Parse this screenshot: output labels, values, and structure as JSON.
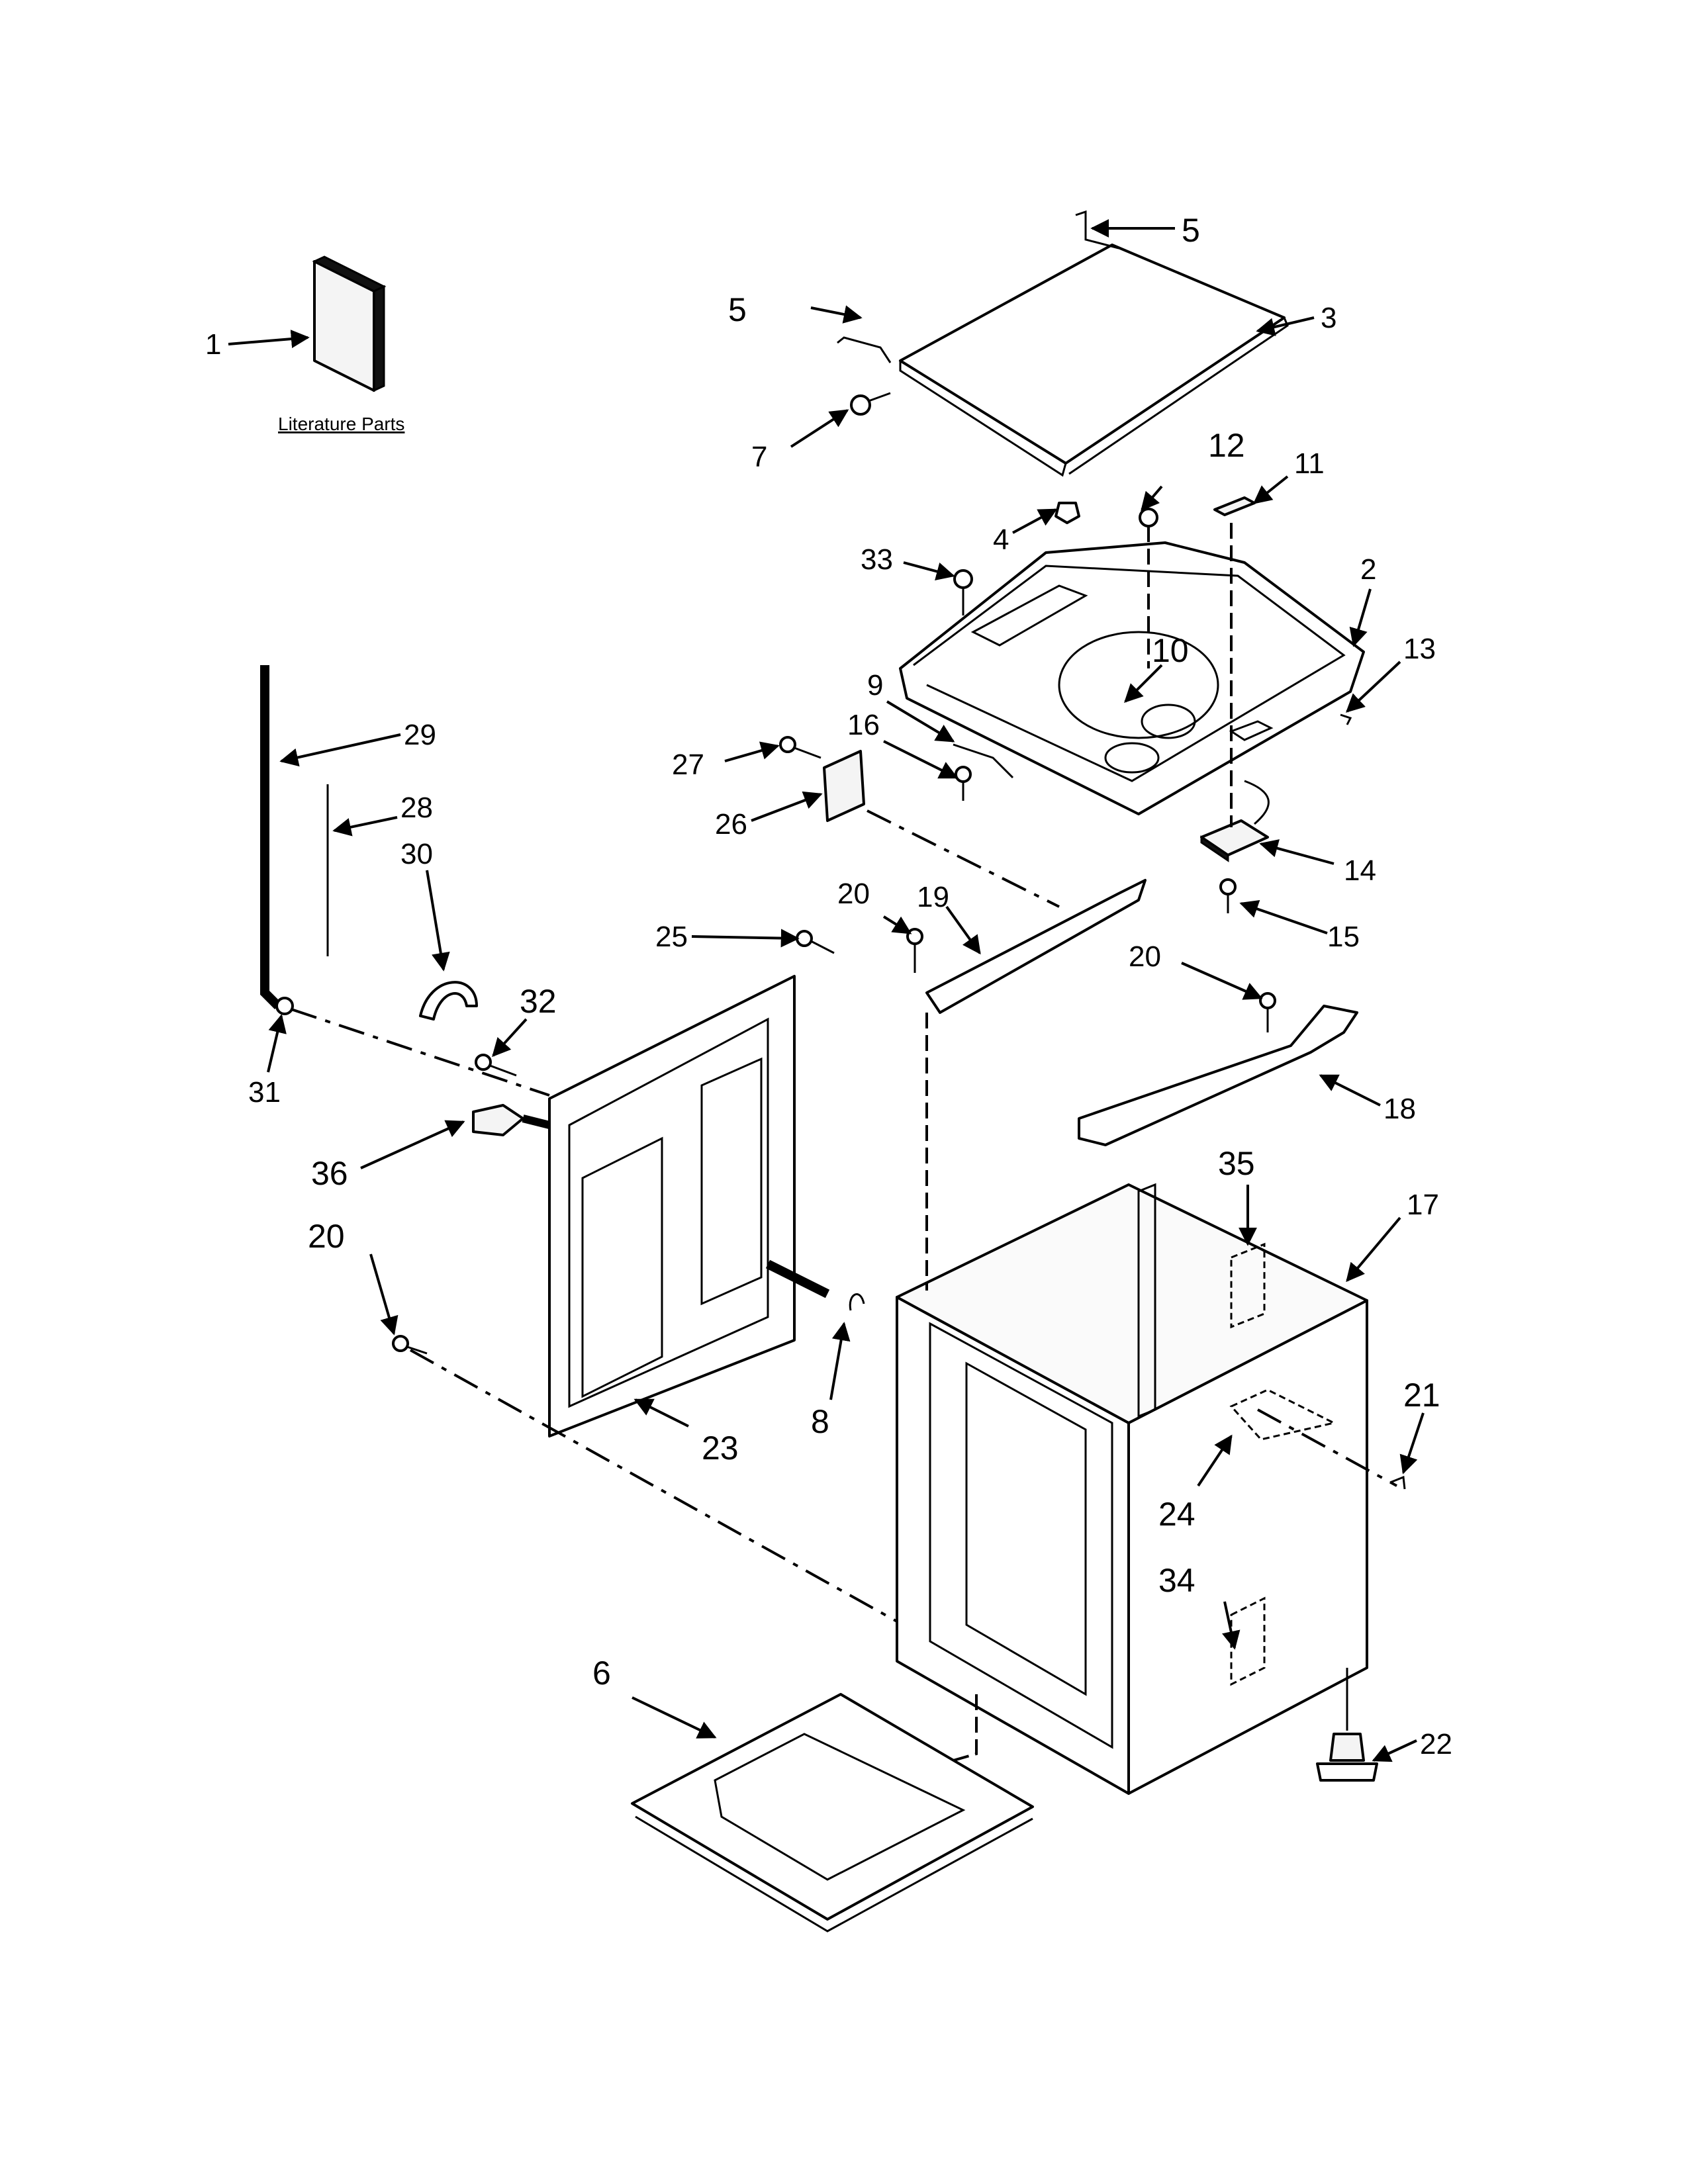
{
  "literature_caption": "Literature Parts",
  "callouts": [
    {
      "id": "c1",
      "label": "1"
    },
    {
      "id": "c2",
      "label": "2"
    },
    {
      "id": "c3",
      "label": "3"
    },
    {
      "id": "c4",
      "label": "4"
    },
    {
      "id": "c5a",
      "label": "5"
    },
    {
      "id": "c5b",
      "label": "5"
    },
    {
      "id": "c6",
      "label": "6"
    },
    {
      "id": "c7",
      "label": "7"
    },
    {
      "id": "c8",
      "label": "8"
    },
    {
      "id": "c9",
      "label": "9"
    },
    {
      "id": "c10",
      "label": "10"
    },
    {
      "id": "c11",
      "label": "11"
    },
    {
      "id": "c12",
      "label": "12"
    },
    {
      "id": "c13",
      "label": "13"
    },
    {
      "id": "c14",
      "label": "14"
    },
    {
      "id": "c15",
      "label": "15"
    },
    {
      "id": "c16",
      "label": "16"
    },
    {
      "id": "c17",
      "label": "17"
    },
    {
      "id": "c18",
      "label": "18"
    },
    {
      "id": "c19",
      "label": "19"
    },
    {
      "id": "c20a",
      "label": "20"
    },
    {
      "id": "c20b",
      "label": "20"
    },
    {
      "id": "c20c",
      "label": "20"
    },
    {
      "id": "c21",
      "label": "21"
    },
    {
      "id": "c22",
      "label": "22"
    },
    {
      "id": "c23",
      "label": "23"
    },
    {
      "id": "c24",
      "label": "24"
    },
    {
      "id": "c25",
      "label": "25"
    },
    {
      "id": "c26",
      "label": "26"
    },
    {
      "id": "c27",
      "label": "27"
    },
    {
      "id": "c28",
      "label": "28"
    },
    {
      "id": "c29",
      "label": "29"
    },
    {
      "id": "c30",
      "label": "30"
    },
    {
      "id": "c31",
      "label": "31"
    },
    {
      "id": "c32",
      "label": "32"
    },
    {
      "id": "c33",
      "label": "33"
    },
    {
      "id": "c34",
      "label": "34"
    },
    {
      "id": "c35",
      "label": "35"
    },
    {
      "id": "c36",
      "label": "36"
    }
  ]
}
